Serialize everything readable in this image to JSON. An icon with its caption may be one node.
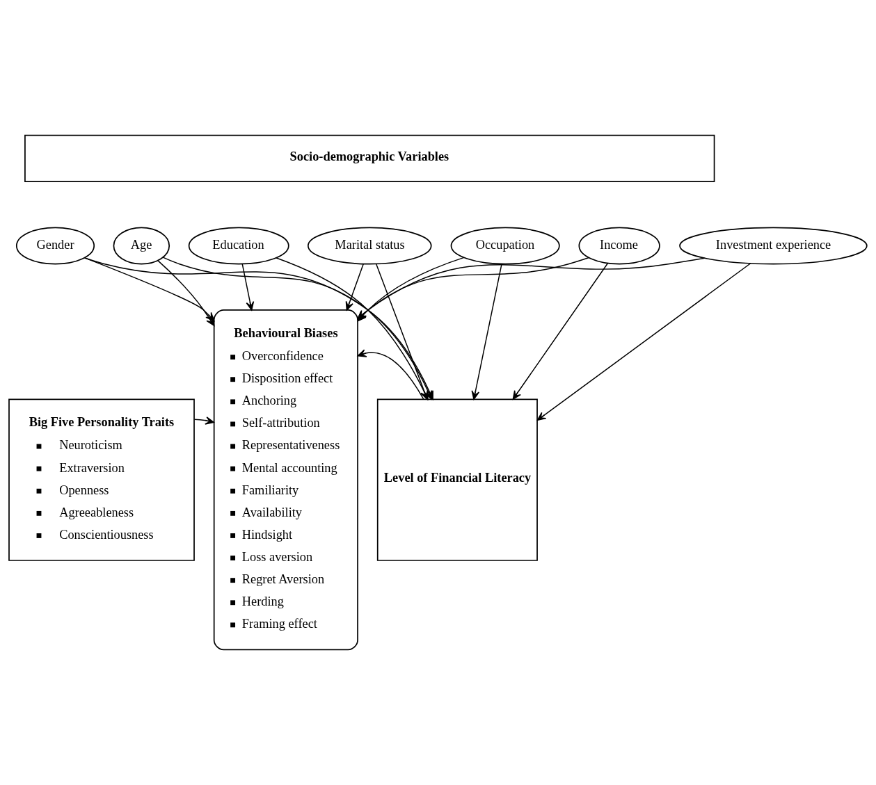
{
  "diagram": {
    "nodes": [
      {
        "text": [
          "Socio-demographic Variables"
        ]
      },
      {
        "text": [
          "Gender"
        ]
      },
      {
        "text": [
          "Age"
        ]
      },
      {
        "text": [
          "Education"
        ]
      },
      {
        "text": [
          "Marital status"
        ]
      },
      {
        "text": [
          "Occupation"
        ]
      },
      {
        "text": [
          "Income"
        ]
      },
      {
        "text": [
          "Investment experience"
        ]
      },
      {
        "text": [
          "Big Five Personality Traits",
          "Neuroticism",
          "Extraversion",
          "Openness",
          "Agreeableness",
          "Conscientiousness"
        ]
      },
      {
        "text": [
          "Behavioural Biases",
          "Overconfidence",
          "Disposition effect",
          "Anchoring",
          "Self-attribution",
          "Representativeness",
          "Mental accounting",
          "Familiarity",
          "Availability",
          "Hindsight",
          "Loss aversion",
          "Regret Aversion",
          "Herding",
          "Framing effect"
        ]
      },
      {
        "text": [
          "Level of Financial Literacy"
        ]
      }
    ],
    "edges": [
      {
        "from": 1,
        "to": 9,
        "arrow": "to"
      },
      {
        "from": 2,
        "to": 9,
        "arrow": "to"
      },
      {
        "from": 3,
        "to": 9,
        "arrow": "to"
      },
      {
        "from": 4,
        "to": 9,
        "arrow": "to"
      },
      {
        "from": 5,
        "to": 9,
        "arrow": "to"
      },
      {
        "from": 6,
        "to": 9,
        "arrow": "to"
      },
      {
        "from": 7,
        "to": 9,
        "arrow": "to"
      },
      {
        "from": 1,
        "to": 10,
        "arrow": "to"
      },
      {
        "from": 2,
        "to": 10,
        "arrow": "to"
      },
      {
        "from": 3,
        "to": 10,
        "arrow": "to"
      },
      {
        "from": 4,
        "to": 10,
        "arrow": "to"
      },
      {
        "from": 5,
        "to": 10,
        "arrow": "to"
      },
      {
        "from": 6,
        "to": 10,
        "arrow": "to"
      },
      {
        "from": 7,
        "to": 10,
        "arrow": "to"
      },
      {
        "from": 8,
        "to": 9,
        "arrow": "to"
      },
      {
        "from": 10,
        "to": 9,
        "arrow": "to"
      }
    ]
  }
}
